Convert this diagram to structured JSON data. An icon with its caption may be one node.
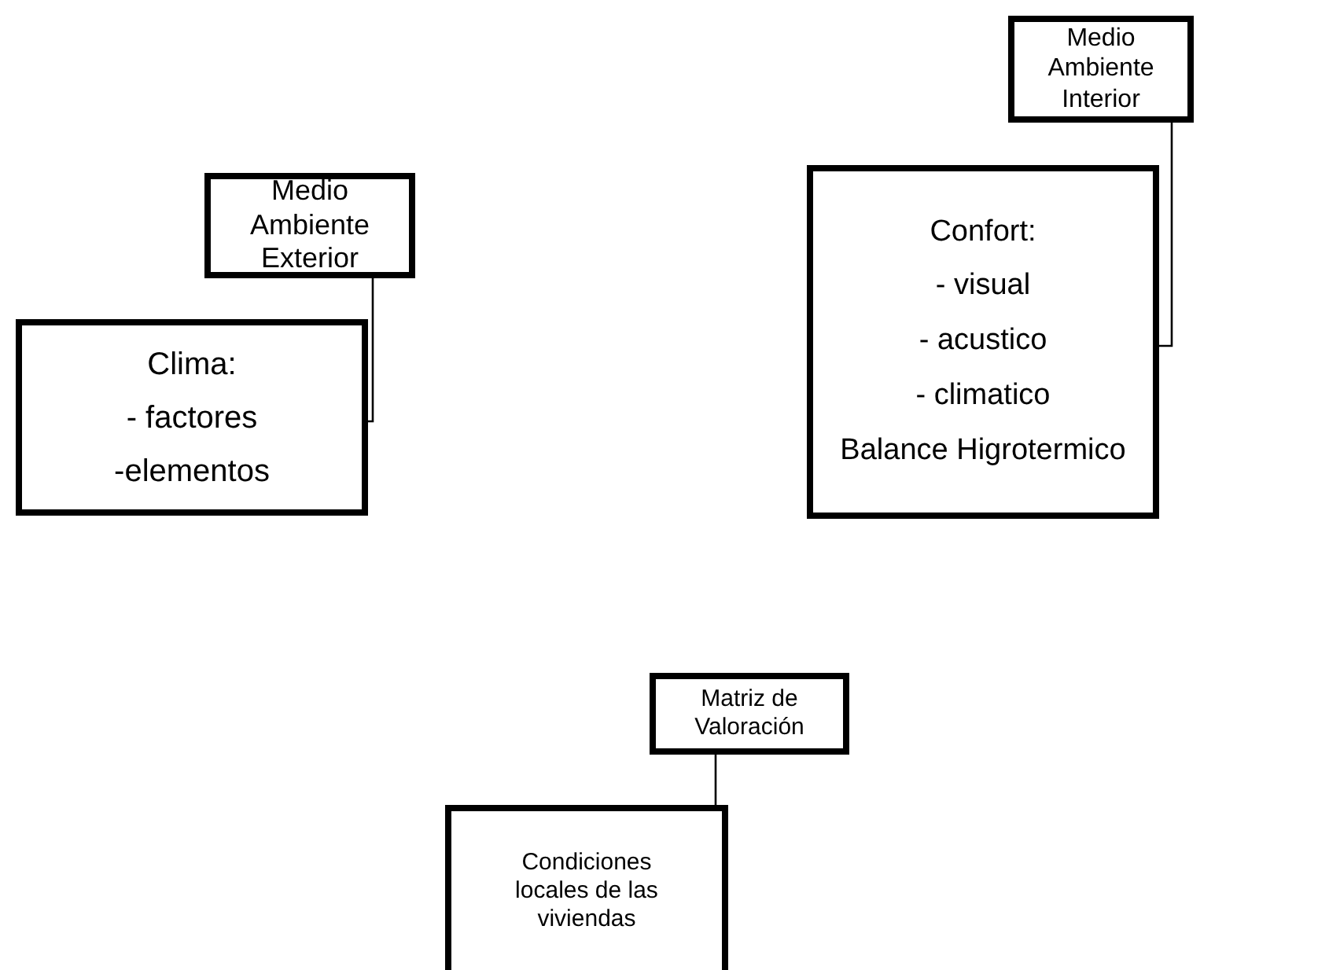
{
  "diagram": {
    "nodes": [
      {
        "text": [
          "Medio Ambiente Exterior"
        ]
      },
      {
        "text": [
          "Clima:",
          "- factores",
          "-elementos"
        ]
      },
      {
        "text": [
          "Medio Ambiente Interior"
        ]
      },
      {
        "text": [
          "Confort:",
          "- visual",
          "- acustico",
          "- climatico",
          "Balance Higrotermico"
        ]
      },
      {
        "text": [
          "Matriz de Valoración"
        ]
      },
      {
        "text": [
          "Condiciones locales de las viviendas"
        ]
      }
    ],
    "edges": [
      {
        "from": 0,
        "to": 1,
        "arrow": "none"
      },
      {
        "from": 2,
        "to": 3,
        "arrow": "none"
      },
      {
        "from": 4,
        "to": 5,
        "arrow": "none"
      }
    ]
  }
}
